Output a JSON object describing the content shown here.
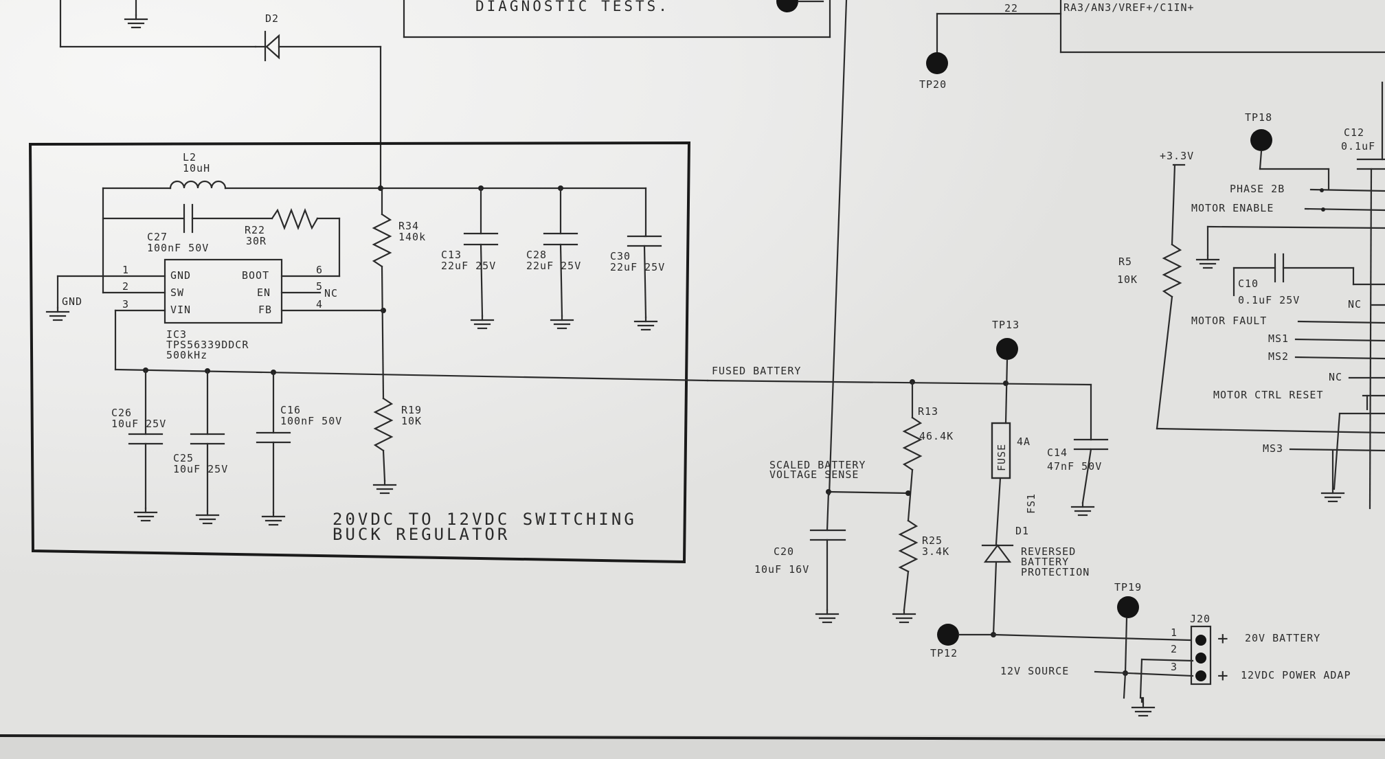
{
  "labels": {
    "diagnostic": "DIAGNOSTIC TESTS.",
    "net22": "22",
    "ra3": "RA3/AN3/VREF+/C1IN+",
    "d2": "D2",
    "tp20": "TP20",
    "tp18": "TP18",
    "c12": "C12",
    "c12_val": "0.1uF",
    "l2": "L2",
    "l2_val": "10uH",
    "c27": "C27",
    "c27_val": "100nF 50V",
    "r22": "R22",
    "r22_val": "30R",
    "r34": "R34",
    "r34_val": "140k",
    "c13": "C13",
    "c13_val": "22uF 25V",
    "c28": "C28",
    "c28_val": "22uF 25V",
    "c30": "C30",
    "c30_val": "22uF 25V",
    "gnd": "GND",
    "pin_gnd": "GND",
    "pin_sw": "SW",
    "pin_vin": "VIN",
    "pin_boot": "BOOT",
    "pin_en": "EN",
    "pin_fb": "FB",
    "p1": "1",
    "p2": "2",
    "p3": "3",
    "p4": "4",
    "p5": "5",
    "p6": "6",
    "nc": "NC",
    "ic3": "IC3",
    "ic3_part": "TPS56339DDCR",
    "ic3_freq": "500kHz",
    "c26": "C26",
    "c26_val": "10uF 25V",
    "c25": "C25",
    "c25_val": "10uF 25V",
    "c16": "C16",
    "c16_val": "100nF 50V",
    "r19": "R19",
    "r19_val": "10K",
    "title_line1": "20VDC TO 12VDC SWITCHING",
    "title_line2": "BUCK REGULATOR",
    "fused_battery": "FUSED BATTERY",
    "plus33": "+3.3V",
    "phase2b": "PHASE 2B",
    "motor_enable": "MOTOR ENABLE",
    "r5": "R5",
    "r5_val": "10K",
    "c10": "C10",
    "c10_val": "0.1uF 25V",
    "nc2": "NC",
    "motor_fault": "MOTOR FAULT",
    "ms1": "MS1",
    "ms2": "MS2",
    "nc3": "NC",
    "motor_ctrl_reset": "MOTOR CTRL RESET",
    "ms3": "MS3",
    "tp13": "TP13",
    "r13": "R13",
    "r13_val": "46.4K",
    "fuse": "FUSE",
    "fuse_rating": "4A",
    "fs1": "FS1",
    "c14": "C14",
    "c14_val": "47nF 50V",
    "scaled1": "SCALED BATTERY",
    "scaled2": "VOLTAGE SENSE",
    "r25": "R25",
    "r25_val": "3.4K",
    "c20": "C20",
    "c20_val": "10uF 16V",
    "d1": "D1",
    "rev1": "REVERSED",
    "rev2": "BATTERY",
    "rev3": "PROTECTION",
    "tp19": "TP19",
    "tp12": "TP12",
    "j20": "J20",
    "j1": "1",
    "j2": "2",
    "j3": "3",
    "plus_a": "+",
    "plus_b": "+",
    "batt20v": "20V BATTERY",
    "source12v": "12V SOURCE",
    "adapter": "12VDC POWER ADAP"
  }
}
